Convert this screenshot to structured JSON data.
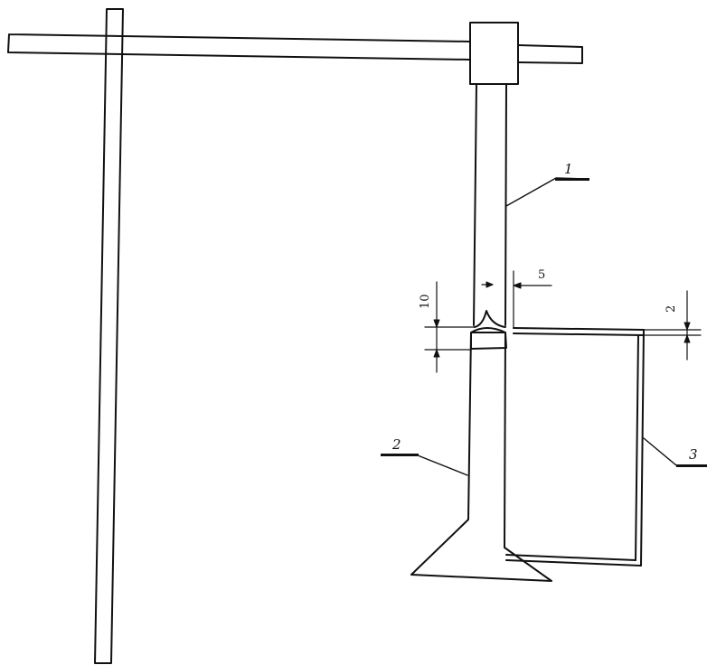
{
  "labels": {
    "callout_1": "1",
    "callout_2": "2",
    "callout_3": "3"
  },
  "dimensions": {
    "gap_horizontal": "5",
    "gap_vertical": "10",
    "plate_thickness": "2"
  },
  "colors": {
    "line": "#111111",
    "background": "#ffffff"
  }
}
